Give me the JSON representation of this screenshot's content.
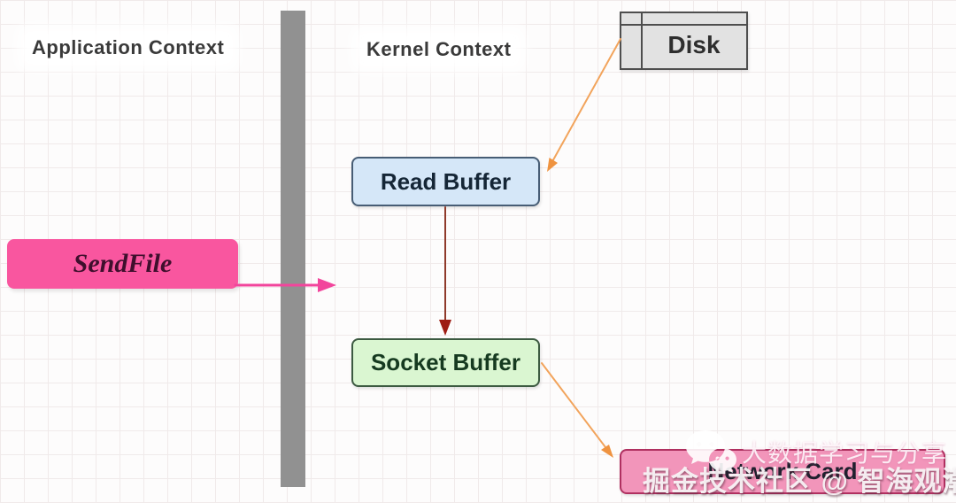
{
  "diagram": {
    "left_label": "Application Context",
    "right_label": "Kernel Context",
    "nodes": {
      "disk": "Disk",
      "read_buffer": "Read Buffer",
      "socket_buffer": "Socket Buffer",
      "sendfile": "SendFile",
      "network": "Network Card"
    },
    "colors": {
      "divider_gray": "#919191",
      "disk_fill": "#e2e2e2",
      "disk_border": "#4e4e4e",
      "read_buffer_fill": "#d5e7f8",
      "read_buffer_border": "#475d75",
      "socket_buffer_fill": "#daf6d1",
      "socket_buffer_border": "#3c5a41",
      "sendfile_fill": "#f9569f",
      "network_fill": "#f295ba",
      "network_border": "#b03060",
      "arrow_orange": "#f2a45c",
      "arrowhead_orange": "#ef9340",
      "arrow_dark_red": "#8f3a2b",
      "arrowhead_dark_red": "#9e1c14",
      "arrow_pink": "#f2459c"
    }
  },
  "watermark": {
    "icon": "wechat-icon",
    "line1": "大数据学习与分享",
    "line2": "掘金技术社区 @ 智海观潮"
  }
}
